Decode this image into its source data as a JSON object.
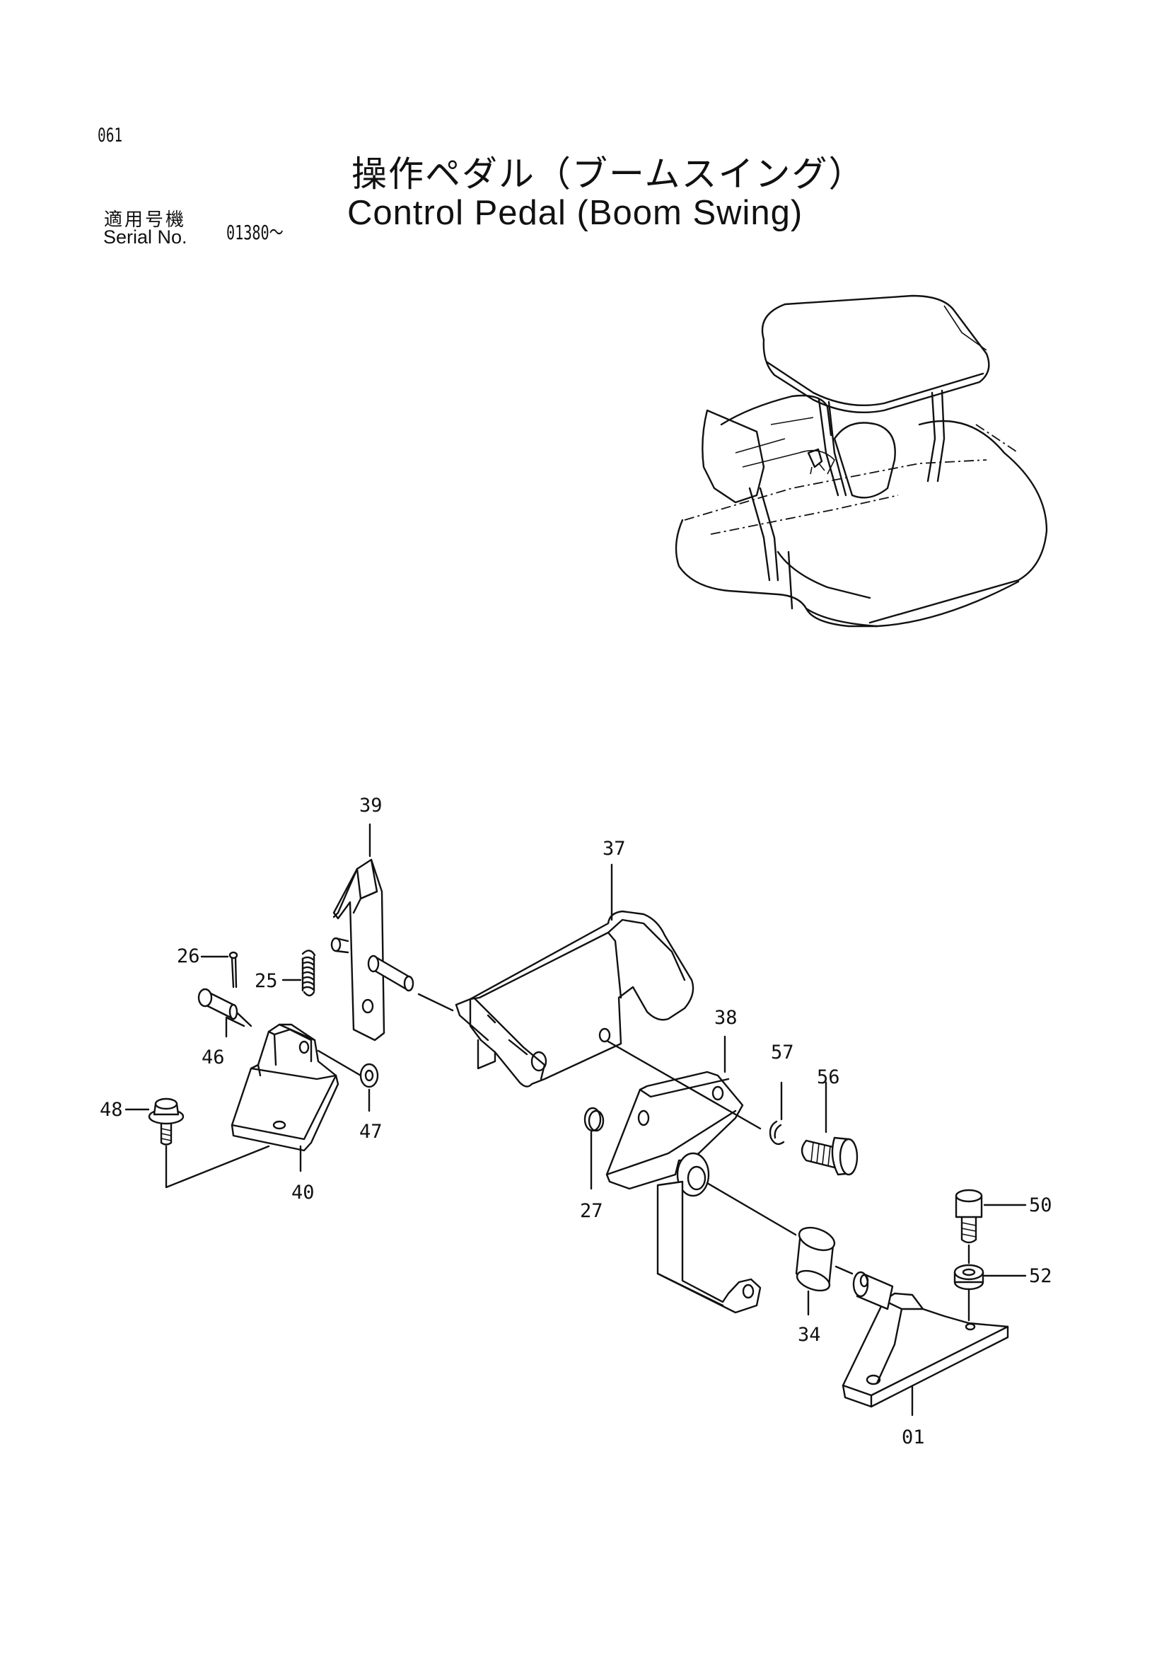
{
  "header": {
    "page_number": "061",
    "title_jp": "操作ペダル（ブームスイング）",
    "title_en": "Control Pedal (Boom Swing)",
    "serial_label_jp": "適用号機",
    "serial_label_en": "Serial No.",
    "serial_value": "01380～"
  },
  "parts": {
    "p39": "39",
    "p37": "37",
    "p26": "26",
    "p25": "25",
    "p46": "46",
    "p48": "48",
    "p40": "40",
    "p47": "47",
    "p38": "38",
    "p57": "57",
    "p56": "56",
    "p27": "27",
    "p50": "50",
    "p52": "52",
    "p34": "34",
    "p01": "01"
  }
}
